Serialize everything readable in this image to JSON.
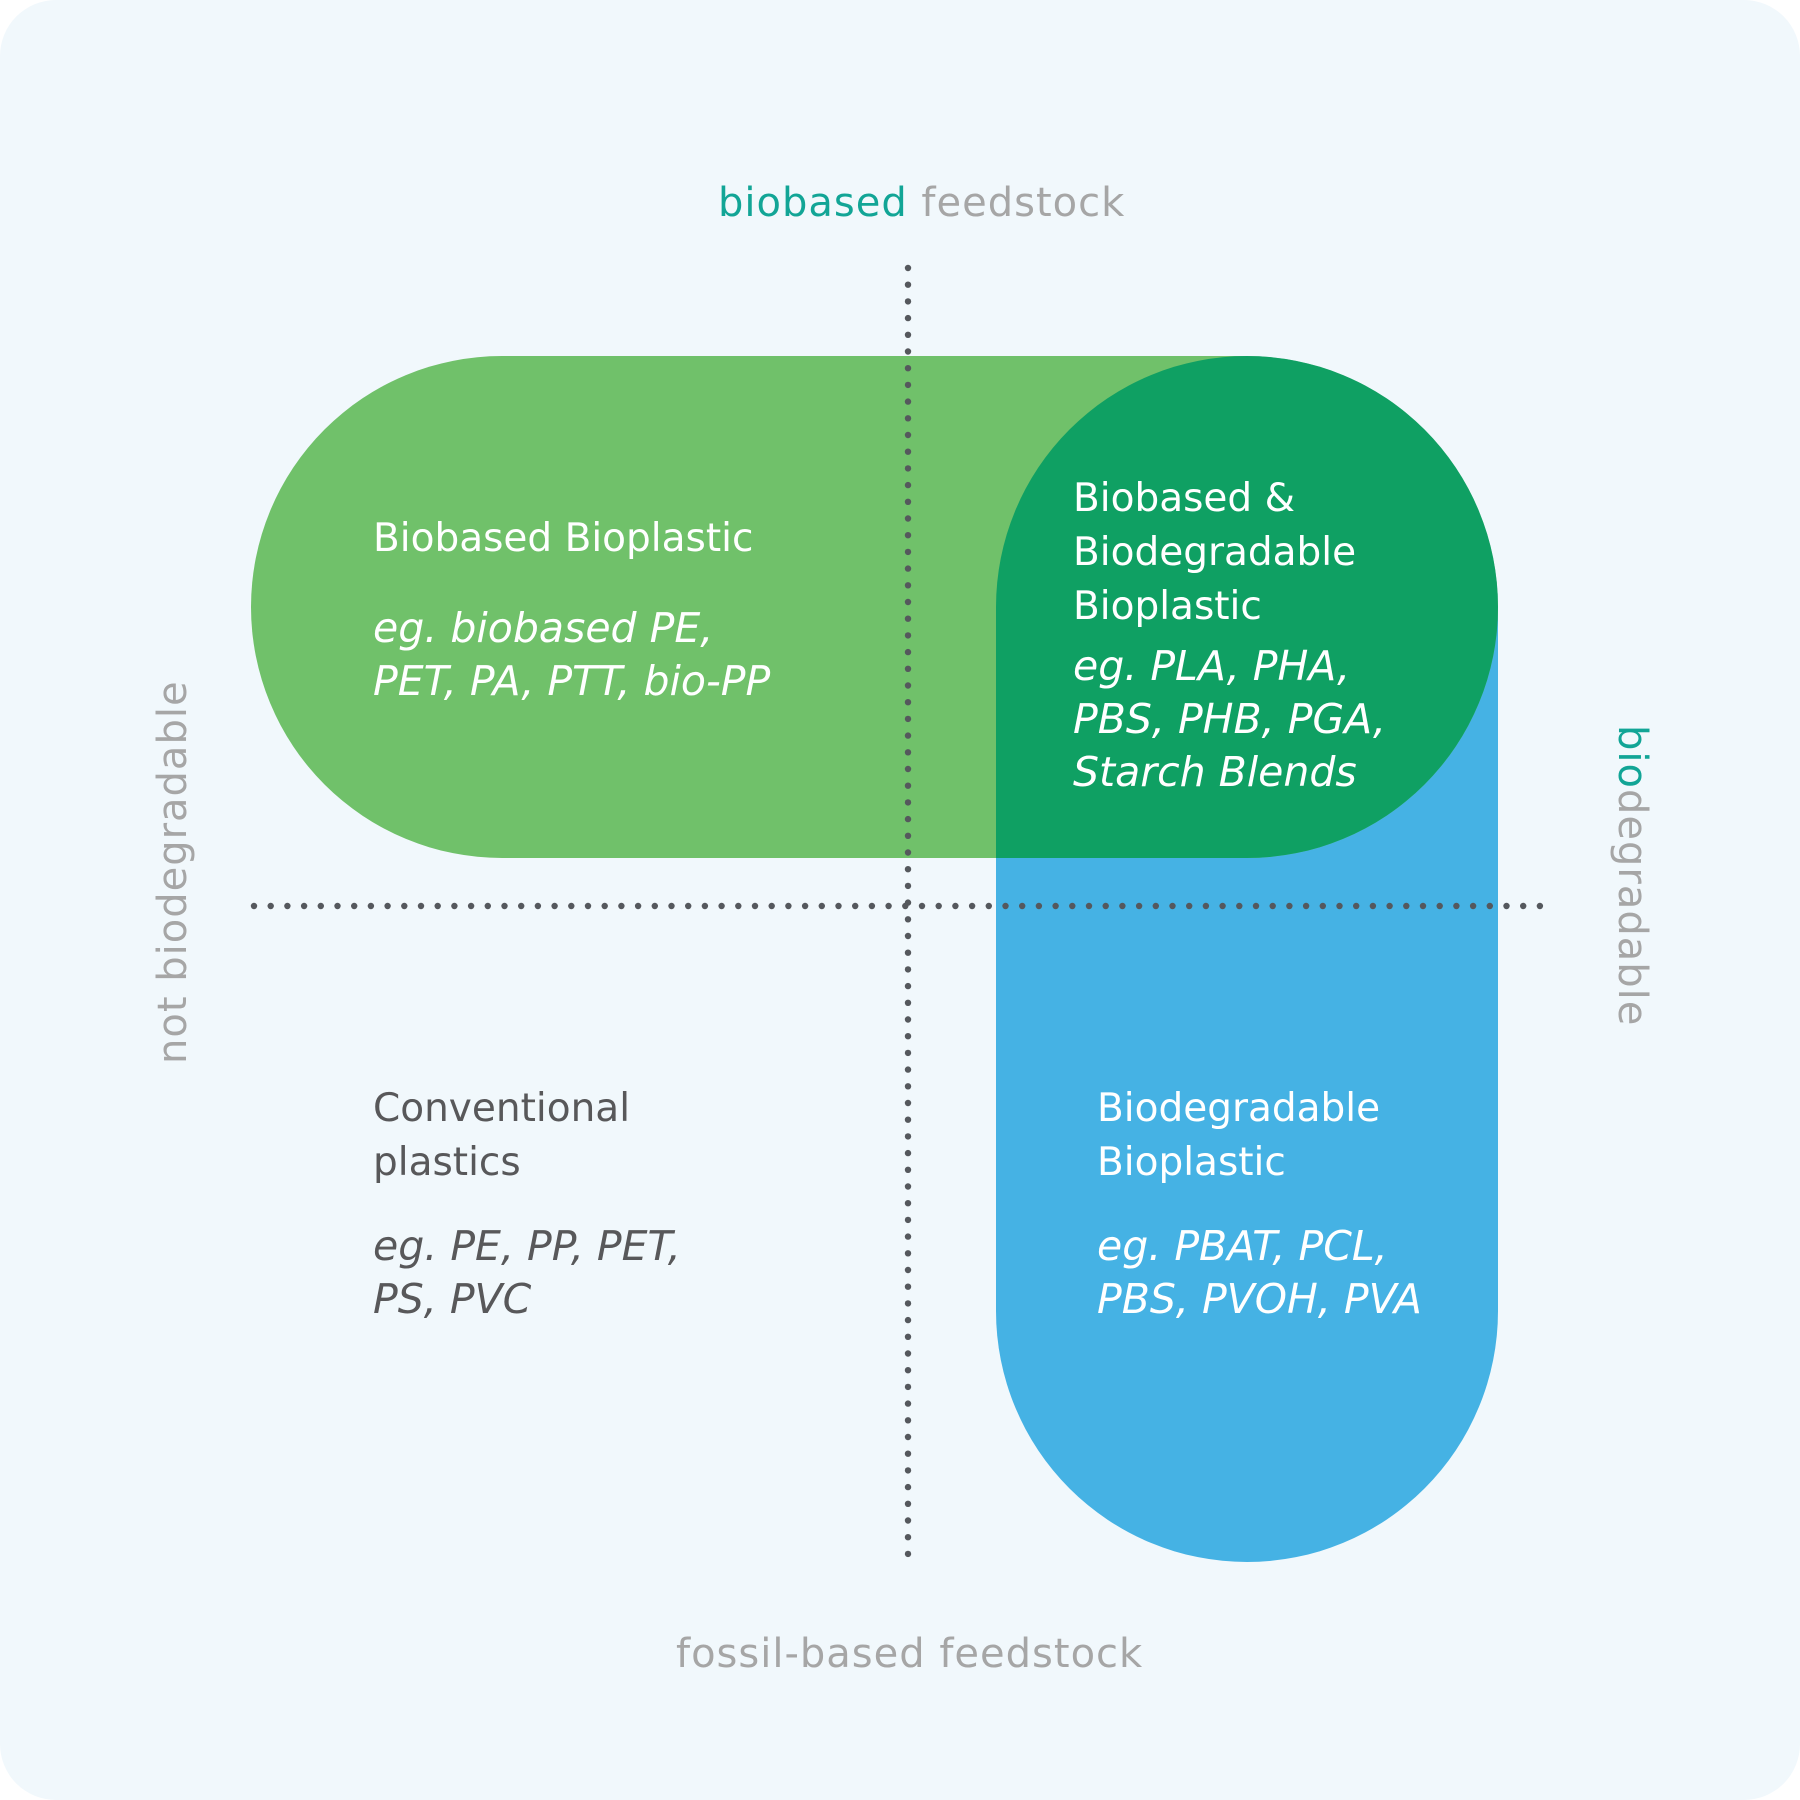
{
  "axes": {
    "top": {
      "highlight": "biobased",
      "rest": " feedstock"
    },
    "bottom": {
      "text": "fossil-based feedstock"
    },
    "left": {
      "text": "not biodegradable"
    },
    "right": {
      "highlight": "bio",
      "rest": "degradable"
    }
  },
  "quadrants": {
    "biobased": {
      "title": [
        "Biobased Bioplastic"
      ],
      "examples": [
        "eg. biobased PE,",
        "PET, PA, PTT, bio-PP"
      ]
    },
    "biobased_biodegradable": {
      "title": [
        "Biobased &",
        "Biodegradable",
        "Bioplastic"
      ],
      "examples": [
        "eg. PLA, PHA,",
        "PBS, PHB, PGA,",
        "Starch Blends"
      ]
    },
    "conventional": {
      "title": [
        "Conventional",
        "plastics"
      ],
      "examples": [
        "eg. PE, PP, PET,",
        "PS, PVC"
      ]
    },
    "biodegradable": {
      "title": [
        "Biodegradable",
        "Bioplastic"
      ],
      "examples": [
        "eg. PBAT, PCL,",
        "PBS, PVOH, PVA"
      ]
    }
  },
  "colors": {
    "background": "#f1f8fc",
    "biobased_green": "#70c16a",
    "overlap_green": "#0fa063",
    "biodegradable_blue": "#45b2e4",
    "accent_teal": "#12a596",
    "axis_gray": "#a6a6a6",
    "dot_gray": "#55585d"
  }
}
